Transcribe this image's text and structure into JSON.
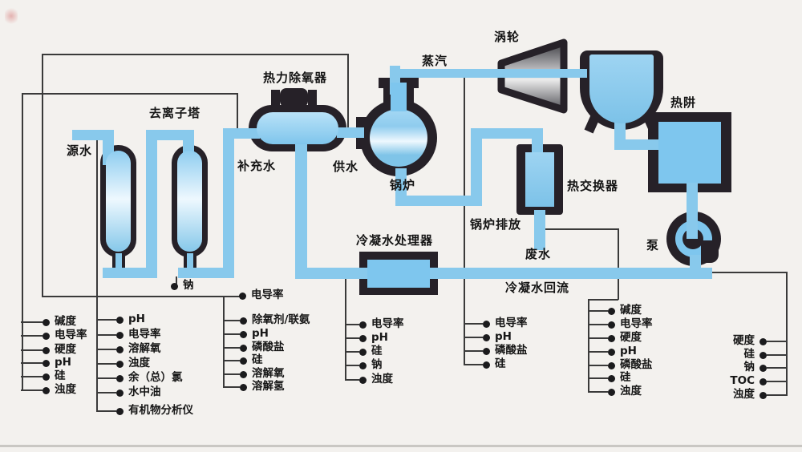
{
  "components": {
    "source_water": "源水",
    "deionizer_towers": "去离子塔",
    "deaerator": "热力除氧器",
    "makeup_water": "补充水",
    "feed_water": "供水",
    "steam": "蒸汽",
    "turbine": "涡轮",
    "boiler": "锅炉",
    "hotwell": "热阱",
    "heat_exchanger": "热交换器",
    "boiler_blowdown": "锅炉排放",
    "waste_water": "废水",
    "condensate_polisher": "冷凝水处理器",
    "condensate_return": "冷凝水回流",
    "pump": "泵",
    "sodium": "钠"
  },
  "analyzer_groups": [
    {
      "items": [
        "碱度",
        "电导率",
        "硬度",
        "pH",
        "硅",
        "浊度"
      ]
    },
    {
      "items": [
        "pH",
        "电导率",
        "溶解氧",
        "浊度",
        "余（总）氯",
        "水中油",
        "有机物分析仪"
      ]
    },
    {
      "items": [
        "电导率",
        "除氧剂/联氨",
        "pH",
        "磷酸盐",
        "硅",
        "溶解氧",
        "溶解氢"
      ]
    },
    {
      "items": [
        "电导率",
        "pH",
        "硅",
        "钠",
        "浊度"
      ]
    },
    {
      "items": [
        "电导率",
        "pH",
        "磷酸盐",
        "硅"
      ]
    },
    {
      "items": [
        "碱度",
        "电导率",
        "硬度",
        "pH",
        "磷酸盐",
        "硅",
        "浊度"
      ]
    },
    {
      "items": [
        "硬度",
        "硅",
        "钠",
        "TOC",
        "浊度"
      ]
    }
  ],
  "colors": {
    "pipe": "#88c9ec",
    "water": "#7ec6ee",
    "outline": "#262128",
    "background": "#f3f1ee"
  }
}
